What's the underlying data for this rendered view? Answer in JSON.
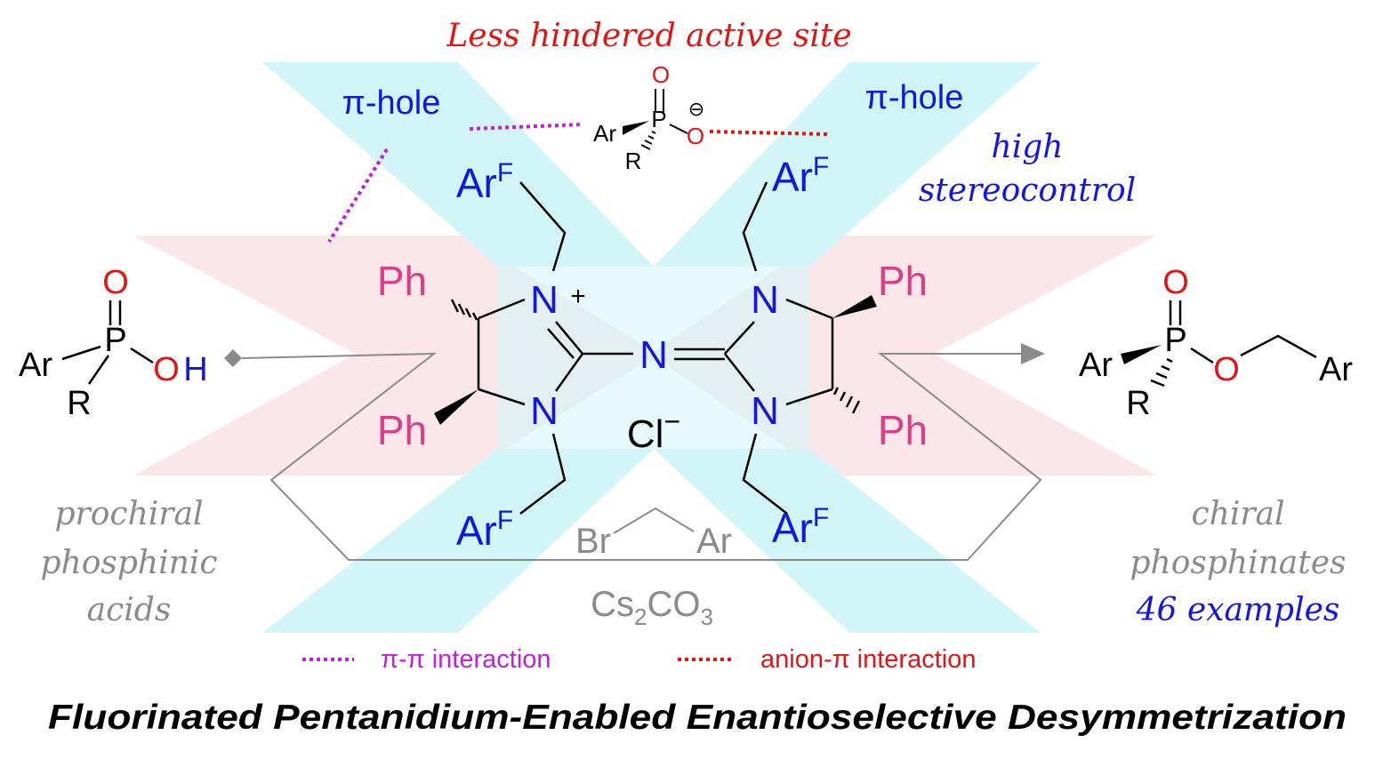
{
  "colors": {
    "blue": "#1515e0",
    "red": "#e01515",
    "pink": "#dd3d85",
    "magenta": "#c020d8",
    "gray": "#8a8a8a",
    "black": "#000000",
    "cyan": "#d2f6f8",
    "rose": "#fbe7ea"
  },
  "annotations": {
    "active_site": "Less hindered active site",
    "pi_hole_left": "π-hole",
    "pi_hole_right": "π-hole",
    "high": "high",
    "stereocontrol": "stereocontrol"
  },
  "substrate": {
    "labels": [
      "prochiral",
      "phosphinic",
      "acids"
    ],
    "atoms": {
      "o": "O",
      "p": "P",
      "ar": "Ar",
      "r": "R",
      "oh_o": "O",
      "oh_h": "H"
    }
  },
  "product": {
    "labels": [
      "chiral",
      "phosphinates"
    ],
    "examples": "46 examples",
    "atoms": {
      "o": "O",
      "p": "P",
      "ar": "Ar",
      "r": "R",
      "o2": "O",
      "ar2": "Ar"
    }
  },
  "phosphinate_anion": {
    "o": "O",
    "p": "P",
    "ar": "Ar",
    "r": "R",
    "o2": "O",
    "minus": "⊖"
  },
  "catalyst": {
    "arf": "Ar",
    "arf_sup": "F",
    "ph": "Ph",
    "n": "N",
    "plus": "+",
    "cl": "Cl",
    "cl_minus": "−"
  },
  "reagents": {
    "br": "Br",
    "ar": "Ar",
    "cs": "Cs",
    "cs_sub": "2",
    "co": "CO",
    "co_sub": "3"
  },
  "legend": {
    "pi_pi": "π-π interaction",
    "anion_pi": "anion-π interaction"
  },
  "title": "Fluorinated Pentanidium-Enabled Enantioselective Desymmetrization"
}
